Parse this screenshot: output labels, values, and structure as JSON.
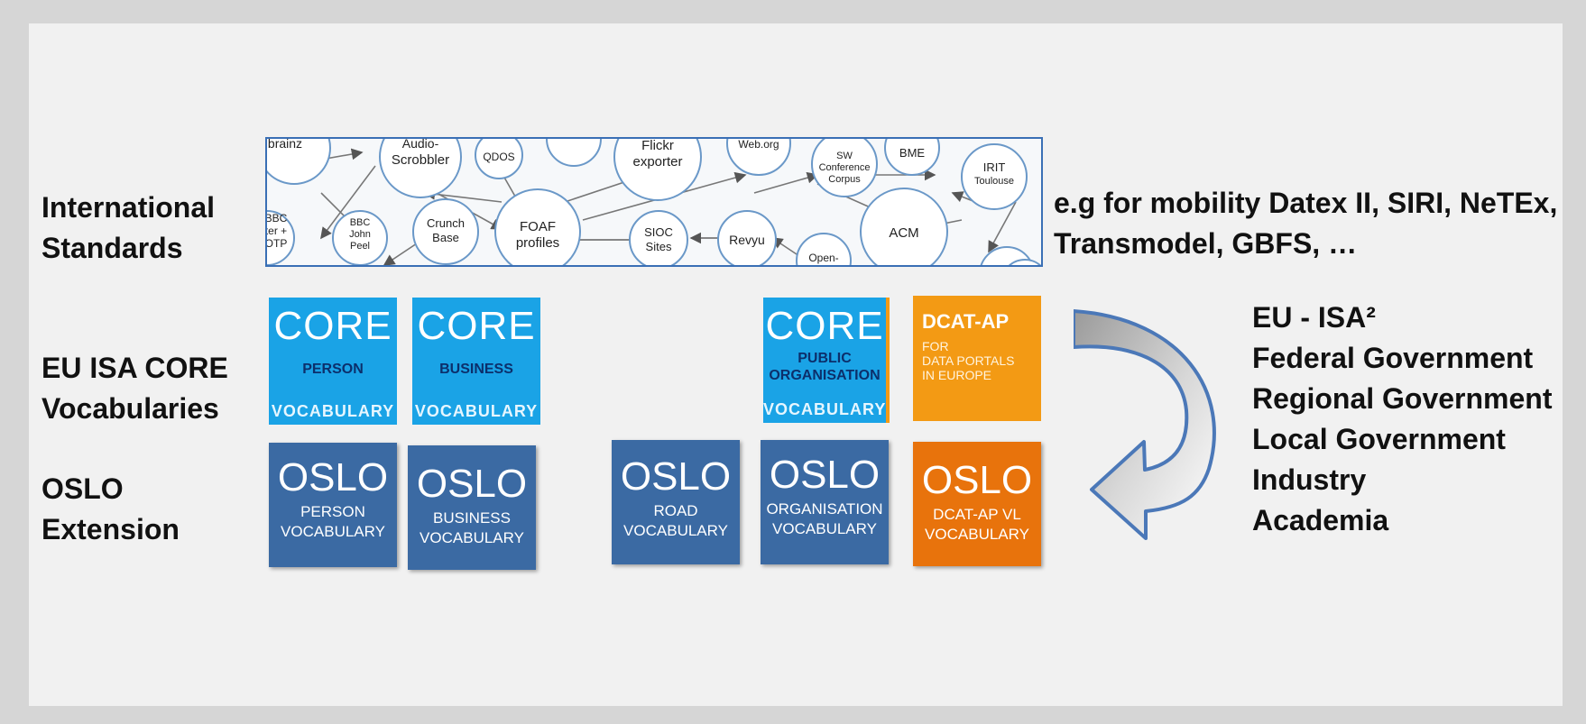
{
  "labels": {
    "international": "International\nStandards",
    "core": "EU ISA CORE\nVocabularies",
    "oslo": "OSLO\nExtension"
  },
  "international_note": {
    "line1": "e.g for mobility Datex II, SIRI, NeTEx,",
    "line2": "Transmodel, GBFS, …"
  },
  "stakeholders": [
    "EU - ISA²",
    "Federal Government",
    "Regional Government",
    "Local Government",
    "Industry",
    "Academia"
  ],
  "graph_nodes": [
    "brainz",
    "Audio-\nScrobbler",
    "QDOS",
    "Flickr\nexporter",
    "Web.org",
    "SW\nConference\nCorpus",
    "BME",
    "IRIT\nToulouse",
    "BBC\nter +\nOTP",
    "BBC\nJohn\nPeel",
    "Crunch\nBase",
    "FOAF\nprofiles",
    "SIOC\nSites",
    "Revyu",
    "Open-",
    "ACM"
  ],
  "core_tiles": [
    {
      "big": "CORE",
      "mid": "PERSON",
      "bot": "VOCABULARY"
    },
    {
      "big": "CORE",
      "mid": "BUSINESS",
      "bot": "VOCABULARY"
    },
    {
      "big": "CORE",
      "mid": "PUBLIC\nORGANISATION",
      "bot": "VOCABULARY"
    }
  ],
  "dcat_tile": {
    "title": "DCAT-AP",
    "sub": "FOR\nDATA PORTALS\nIN EUROPE"
  },
  "oslo_tiles": [
    {
      "big": "OSLO",
      "sub": "PERSON\nVOCABULARY"
    },
    {
      "big": "OSLO",
      "sub": "BUSINESS\nVOCABULARY"
    },
    {
      "big": "OSLO",
      "sub": "ROAD\nVOCABULARY"
    },
    {
      "big": "OSLO",
      "sub": "ORGANISATION\nVOCABULARY"
    },
    {
      "big": "OSLO",
      "sub": "DCAT-AP VL\nVOCABULARY"
    }
  ],
  "colors": {
    "core_blue": "#1aa3e6",
    "oslo_blue": "#3b6aa3",
    "dcat_orange": "#f39a14",
    "oslo_orange": "#e8730c"
  }
}
